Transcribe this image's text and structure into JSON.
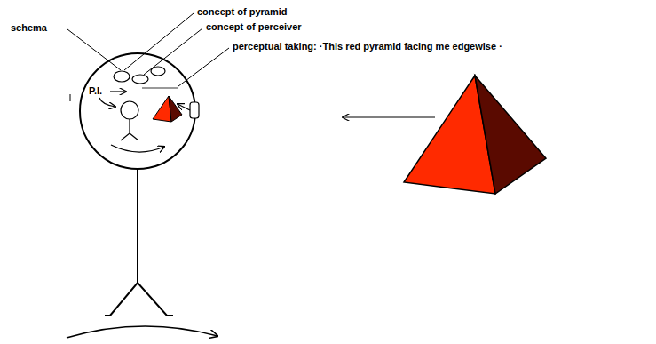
{
  "diagram": {
    "labels": [
      "schema",
      "concept of pyramid",
      "concept of perceiver",
      "perceptual taking: ·This red pyramid facing me edgewise ·",
      "P.I."
    ]
  }
}
